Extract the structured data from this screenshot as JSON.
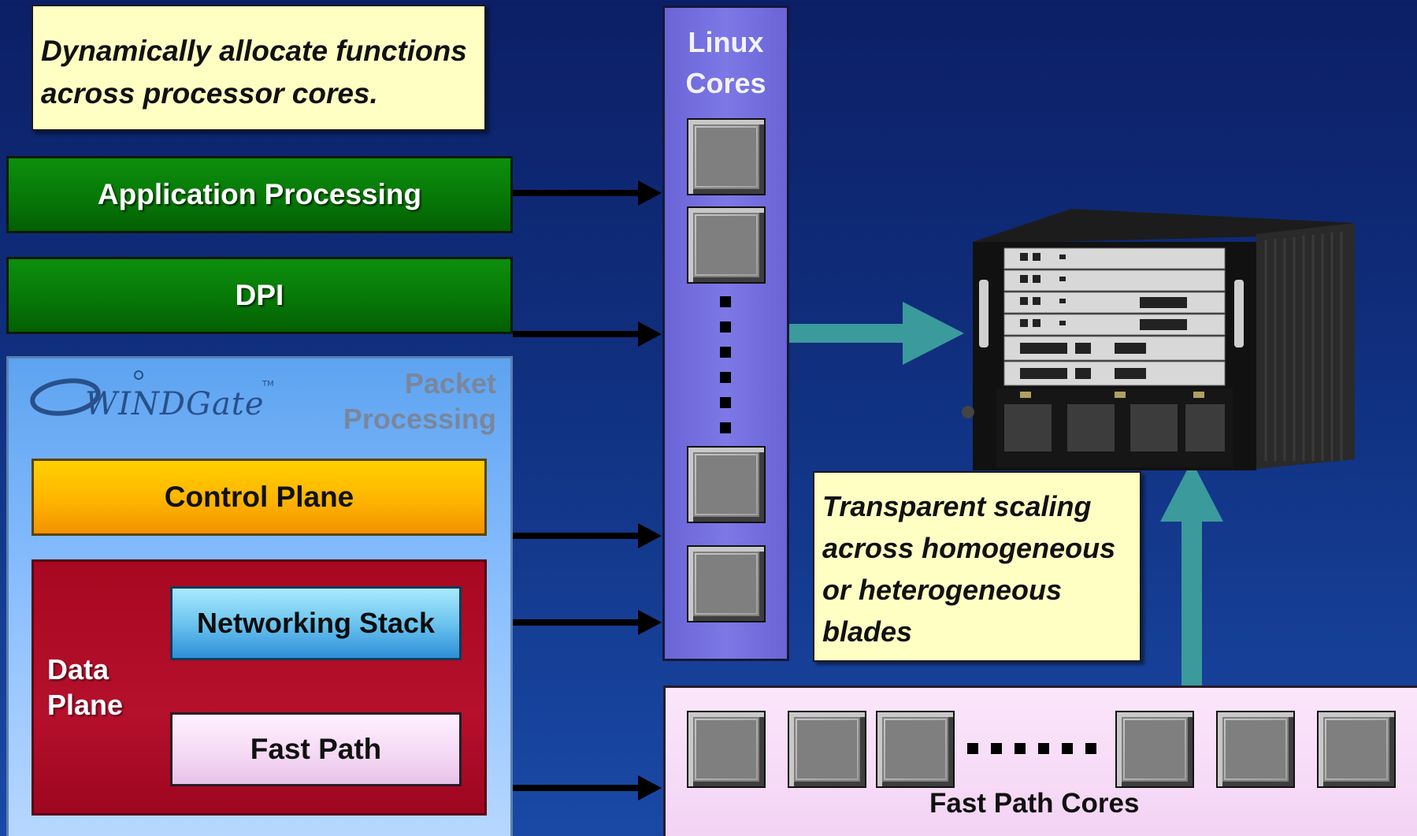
{
  "notes": {
    "top_line1": "Dynamically allocate functions",
    "top_line2": "across processor cores.",
    "right_line1": "Transparent scaling",
    "right_line2": "across homogeneous",
    "right_line3": "or heterogeneous",
    "right_line4": "blades"
  },
  "bars": {
    "application": "Application Processing",
    "dpi": "DPI",
    "control_plane": "Control Plane",
    "networking_stack": "Networking Stack",
    "fast_path": "Fast Path"
  },
  "packet_processing": {
    "logo_text": "WINDGate",
    "label_line1": "Packet",
    "label_line2": "Processing"
  },
  "data_plane": {
    "line1": "Data",
    "line2": "Plane"
  },
  "linux_cores": {
    "line1": "Linux",
    "line2": "Cores"
  },
  "fast_path_cores": {
    "label": "Fast Path Cores"
  },
  "colors": {
    "background": "#10307f",
    "green": "#067806",
    "teal_arrow": "#3b9a9c",
    "linux_column": "#7d78e6"
  }
}
